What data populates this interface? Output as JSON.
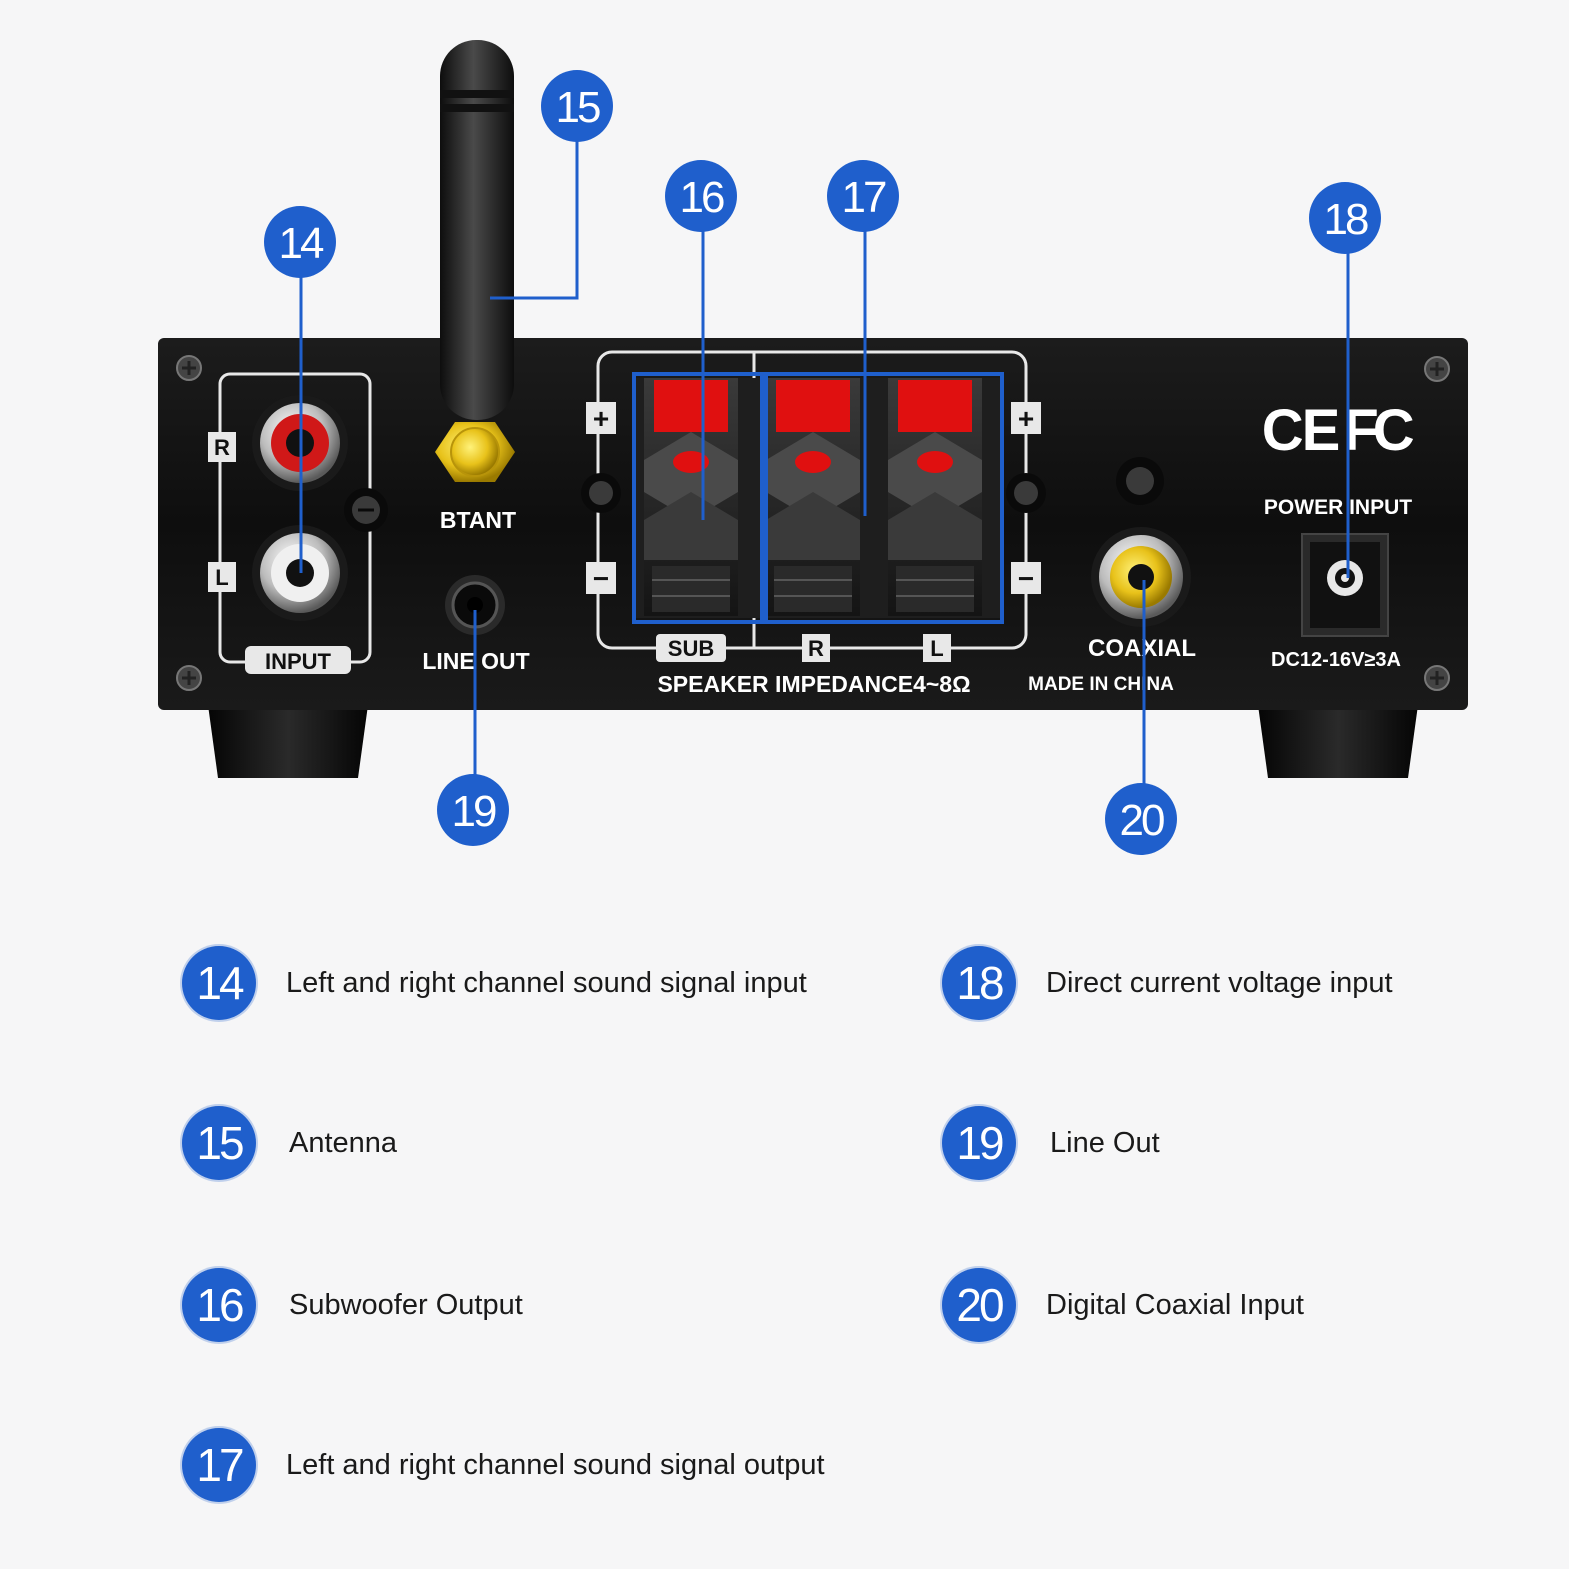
{
  "device_labels": {
    "channel_r": "R",
    "channel_l": "L",
    "input": "INPUT",
    "btant": "BTANT",
    "line_out": "LINE OUT",
    "plus": "+",
    "minus": "−",
    "sub": "SUB",
    "speaker_r": "R",
    "speaker_l": "L",
    "speaker_impedance": "SPEAKER IMPEDANCE4~8Ω",
    "coaxial": "COAXIAL",
    "made_in": "MADE IN CHINA",
    "power_input": "POWER INPUT",
    "dc_rating": "DC12-16V≥3A",
    "ce_mark": "CE",
    "fc_mark": "FC"
  },
  "callouts": [
    {
      "number": "14",
      "description": "Left and right channel sound signal input"
    },
    {
      "number": "15",
      "description": "Antenna"
    },
    {
      "number": "16",
      "description": "Subwoofer Output"
    },
    {
      "number": "17",
      "description": "Left and right channel sound signal output"
    },
    {
      "number": "18",
      "description": "Direct current voltage input"
    },
    {
      "number": "19",
      "description": "Line Out"
    },
    {
      "number": "20",
      "description": "Digital Coaxial Input"
    }
  ],
  "colors": {
    "callout_blue": "#1f5fcc",
    "panel_black": "#111111",
    "terminal_red": "#e01010",
    "antenna_gold": "#e8c21a",
    "rca_red": "#d01818"
  }
}
